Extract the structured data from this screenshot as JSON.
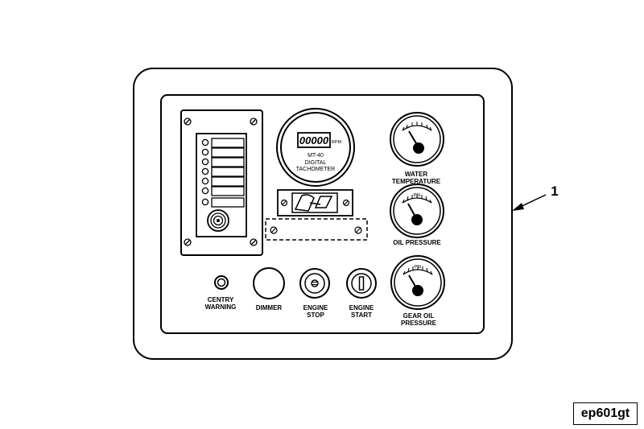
{
  "drawing_code": "ep601gt",
  "callout_number": "1",
  "tachometer": {
    "readout": "00000",
    "unit": "RPM",
    "model": "MT-40",
    "line1": "DIGITAL",
    "line2": "TACHOMETER"
  },
  "gauges": {
    "water_temperature": {
      "line1": "WATER",
      "line2": "TEMPERATURE"
    },
    "oil_pressure": {
      "unit": "PSI",
      "line1": "OIL PRESSURE"
    },
    "gear_oil_pressure": {
      "unit": "PSI",
      "line1": "GEAR OIL",
      "line2": "PRESSURE"
    }
  },
  "controls": {
    "centry_warning": {
      "line1": "CENTRY",
      "line2": "WARNING"
    },
    "dimmer": {
      "line1": "DIMMER"
    },
    "engine_stop": {
      "line1": "ENGINE",
      "line2": "STOP"
    },
    "engine_start": {
      "line1": "ENGINE",
      "line2": "START"
    }
  }
}
